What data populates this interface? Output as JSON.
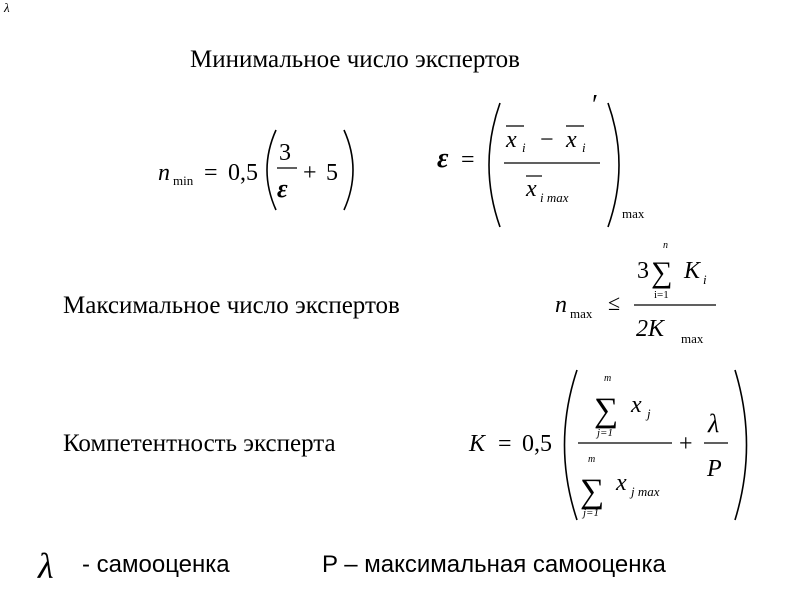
{
  "corner_symbol": "λ",
  "headings": {
    "min_experts": "Минимальное число экспертов",
    "max_experts": "Максимальное число экспертов",
    "competence": "Компетентность эксперта"
  },
  "formulas": {
    "nmin": {
      "lhs": "n",
      "lhs_sub": "min",
      "eq": "=",
      "coef": "0,5",
      "num": "3",
      "den": "ε",
      "plus": "+",
      "const": "5"
    },
    "eps": {
      "lhs": "ε",
      "eq": "=",
      "x1": "x",
      "x1_sub": "i",
      "minus": "−",
      "x2": "x",
      "x2_sub": "i",
      "prime": "′",
      "den_x": "x",
      "den_sub": "i max",
      "outer_sub": "max"
    },
    "nmax": {
      "lhs": "n",
      "lhs_sub": "max",
      "rel": "≤",
      "three": "3",
      "sum": "∑",
      "sum_top": "n",
      "sum_bottom": "i=1",
      "K": "K",
      "K_sub": "i",
      "den": "2K",
      "den_sub": "max"
    },
    "K": {
      "lhs": "K",
      "eq": "=",
      "coef": "0,5",
      "sum": "∑",
      "top_sum_top": "m",
      "top_sum_bottom": "j=1",
      "x": "x",
      "x_sub": "j",
      "bot_sum_top": "m",
      "bot_sum_bottom": "j=1",
      "bot_x": "x",
      "bot_x_sub": "j max",
      "plus": "+",
      "lambda": "λ",
      "P": "P"
    }
  },
  "legend": {
    "lambda_symbol": "λ",
    "lambda_text": "- самооценка",
    "P_text": "P – максимальная самооценка"
  }
}
